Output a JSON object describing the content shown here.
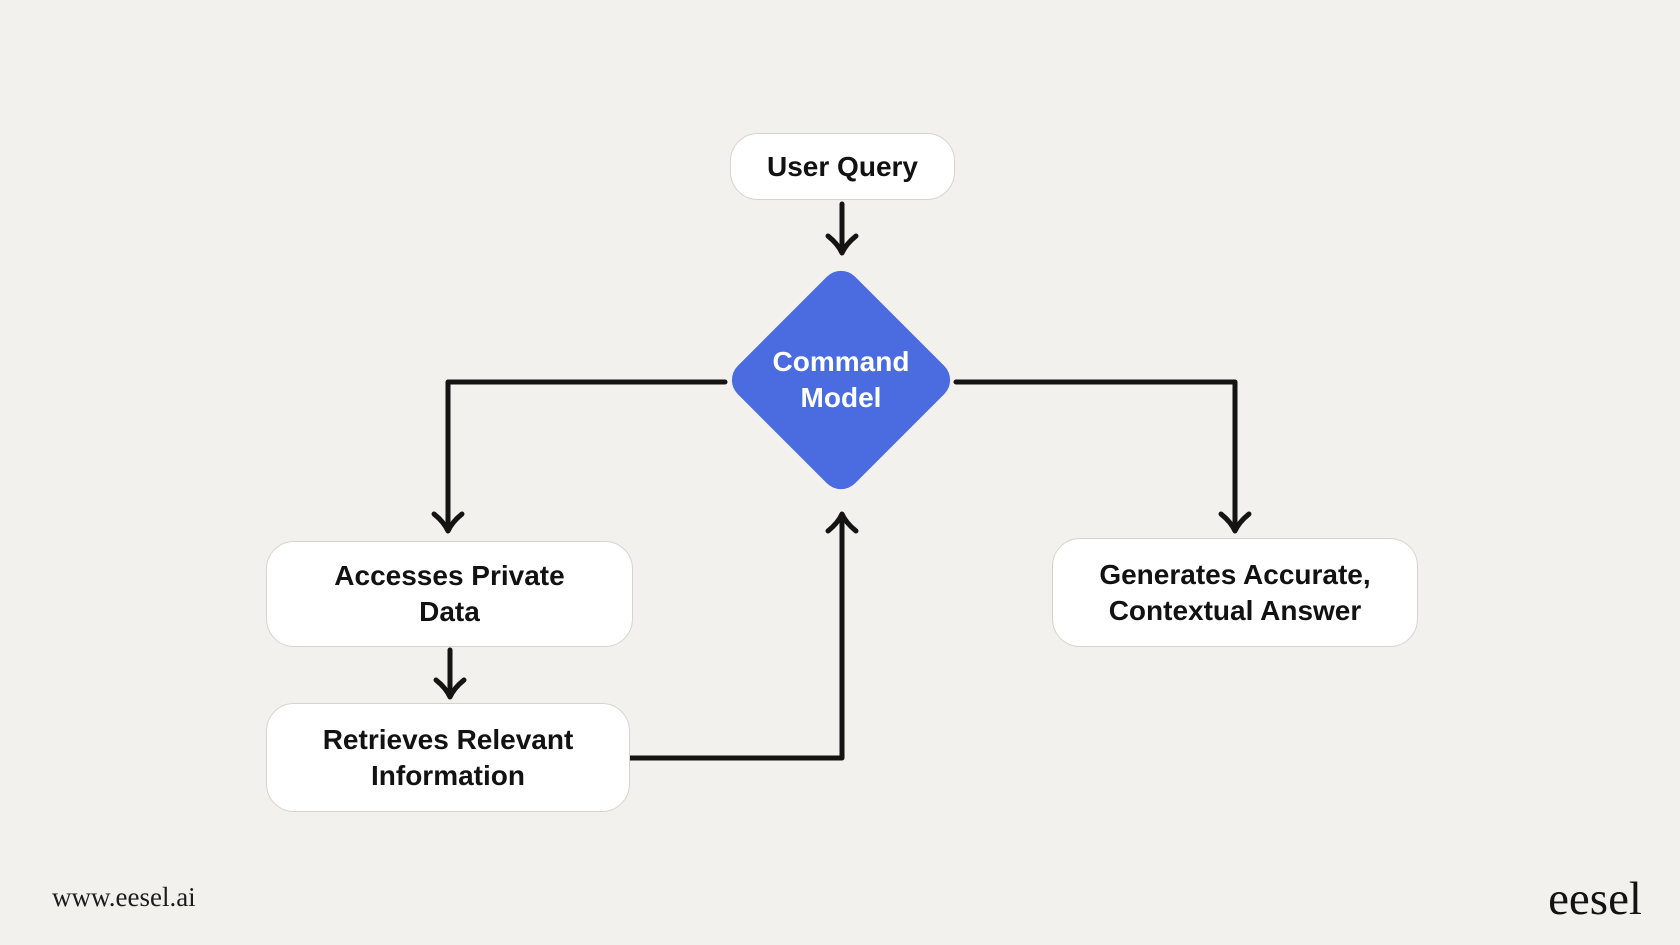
{
  "colors": {
    "background": "#f3f1ee",
    "node_fill": "#ffffff",
    "node_border": "#d6d3cf",
    "node_text": "#121212",
    "accent_blue": "#4b6ce0",
    "diamond_text": "#ffffff",
    "connector": "#141414"
  },
  "nodes": {
    "user_query": {
      "label": "User Query"
    },
    "command_model": {
      "label": "Command\nModel"
    },
    "accesses_private_data": {
      "label": "Accesses Private\nData"
    },
    "retrieves_relevant_information": {
      "label": "Retrieves Relevant\nInformation"
    },
    "generates_contextual_answer": {
      "label": "Generates Accurate,\nContextual Answer"
    }
  },
  "footer": {
    "website_url": "www.eesel.ai",
    "brand_name": "eesel"
  }
}
